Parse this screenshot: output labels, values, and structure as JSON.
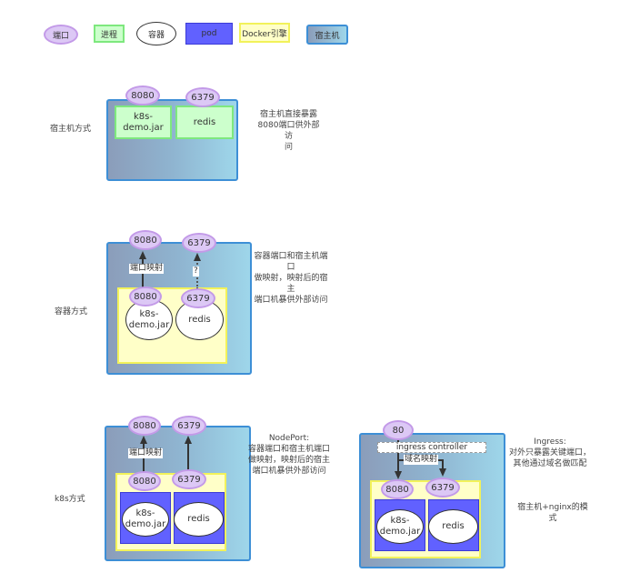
{
  "legend": {
    "port": "端口",
    "process": "进程",
    "container": "容器",
    "pod": "pod",
    "docker_engine": "Docker引擎",
    "host": "宿主机"
  },
  "rows": {
    "host_mode": {
      "label": "宿主机方式",
      "ports": [
        "8080",
        "6379"
      ],
      "processes": [
        "k8s-\ndemo.jar",
        "redis"
      ],
      "note": "宿主机直接暴露\n8080端口供外部访\n问"
    },
    "container_mode": {
      "label": "容器方式",
      "host_ports": [
        "8080",
        "6379"
      ],
      "container_ports": [
        "8080",
        "6379"
      ],
      "containers": [
        "k8s-\ndemo.jar",
        "redis"
      ],
      "mapping_label": "端口映射",
      "unknown_label": "?",
      "note": "容器端口和宿主机端口\n做映射，映射后的宿主\n端口机暴供外部访问"
    },
    "k8s_mode": {
      "label": "k8s方式",
      "nodeport": {
        "host_ports": [
          "8080",
          "6379"
        ],
        "container_ports": [
          "8080",
          "6379"
        ],
        "containers": [
          "k8s-\ndemo.jar",
          "redis"
        ],
        "mapping_label": "端口映射",
        "note": "NodePort:\n容器端口和宿主机端口\n做映射，映射后的宿主\n端口机暴供外部访问"
      },
      "ingress": {
        "host_port": "80",
        "controller_label": "ingress controller",
        "domain_mapping_label": "域名映射",
        "container_ports": [
          "8080",
          "6379"
        ],
        "containers": [
          "k8s-\ndemo.jar",
          "redis"
        ],
        "note": "Ingress:\n对外只暴露关键端口，\n其他通过域名做匹配",
        "note2": "宿主机+nginx的模式"
      }
    }
  }
}
